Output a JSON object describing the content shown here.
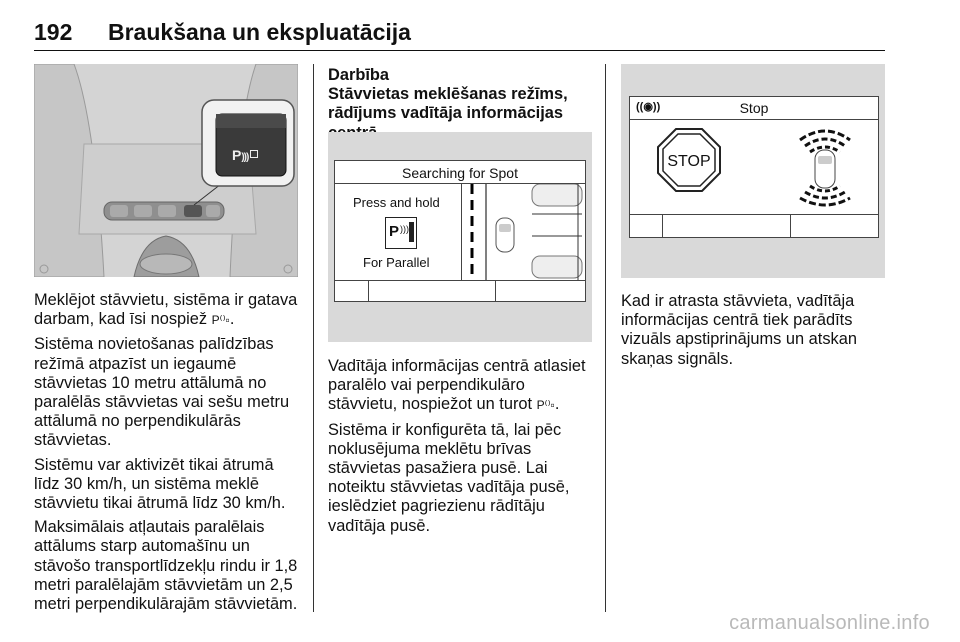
{
  "header": {
    "page_number": "192",
    "chapter_title": "Braukšana un ekspluatācija"
  },
  "figure1": {
    "button_icon": "parking-assist-icon",
    "button_label": "P"
  },
  "col1": {
    "paragraphs": [
      "Meklējot stāvvietu, sistēma ir gatava darbam, kad īsi nospiež ",
      "Sistēma novietošanas palīdzības režīmā atpazīst un iegaumē stāvvietas 10 metru attālumā no paralēlās stāvvietas vai sešu metru attālumā no perpendikulārās stāvvietas.",
      "Sistēmu var aktivizēt tikai ātrumā līdz 30 km/h, un sistēma meklē stāvvietu tikai ātrumā līdz 30 km/h.",
      "Maksimālais atļautais paralēlais attālums starp automašīnu un stāvošo transportlīdzekļu rindu ir 1,8 metri paralēlajām stāvvietām un 2,5 metri perpendikulārajām stāvvietām."
    ]
  },
  "col2": {
    "heading": "Darbība",
    "subheading": "Stāvvietas meklēšanas režīms, rādījums vadītāja informācijas centrā",
    "screen": {
      "title": "Searching for Spot",
      "instruction": "Press and hold",
      "mode": "For Parallel"
    },
    "paragraphs": [
      "Vadītāja informācijas centrā atlasiet paralēlo vai perpendikulāro stāvvietu, nospiežot un turot ",
      "Sistēma ir konfigurēta tā, lai pēc noklusējuma meklētu brīvas stāvvietas pasažiera pusē. Lai noteiktu stāvvietas vadītāja pusē, ieslēdziet pagriezienu rādītāju vadītāja pusē."
    ]
  },
  "col3": {
    "screen": {
      "title": "Stop",
      "stop_sign": "STOP"
    },
    "paragraphs": [
      "Kad ir atrasta stāvvieta, vadītāja informācijas centrā tiek parādīts vizuāls apstiprinājums un atskan skaņas signāls."
    ]
  },
  "footer": {
    "watermark": "carmanualsonline.info"
  }
}
